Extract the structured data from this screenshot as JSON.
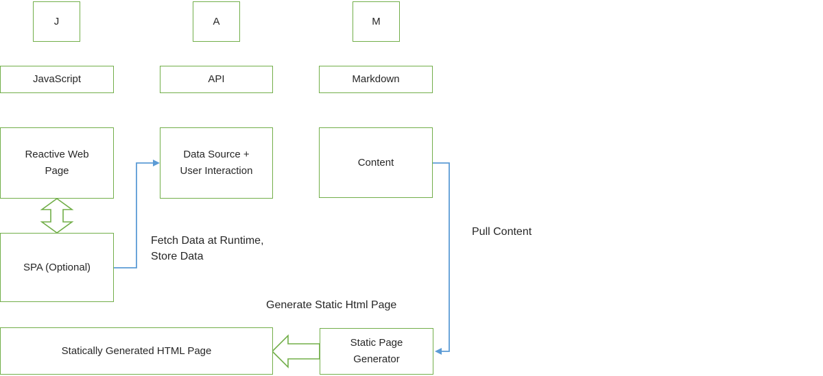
{
  "letters": {
    "j": "J",
    "a": "A",
    "m": "M"
  },
  "boxes": {
    "javascript": "JavaScript",
    "api": "API",
    "markdown": "Markdown",
    "reactive_web_page": "Reactive Web\nPage",
    "data_source": "Data Source +\nUser Interaction",
    "content": "Content",
    "spa": "SPA (Optional)",
    "static_html_page": "Statically Generated HTML Page",
    "static_page_generator": "Static Page\nGenerator"
  },
  "annotations": {
    "fetch_data": "Fetch Data at Runtime,\nStore Data",
    "generate": "Generate Static Html Page",
    "pull_content": "Pull Content"
  },
  "connectors": {
    "spa_to_data_source": "SPA (Optional) -> Data Source + User Interaction",
    "content_to_generator": "Content -> Static Page Generator",
    "reactive_spa_two_way": "Reactive Web Page <-> SPA (Optional)",
    "generator_to_static_html": "Static Page Generator -> Statically Generated HTML Page"
  },
  "colors": {
    "box_border": "#70AD47",
    "connector": "#5B9BD5",
    "text": "#262626",
    "background": "#FFFFFF"
  }
}
